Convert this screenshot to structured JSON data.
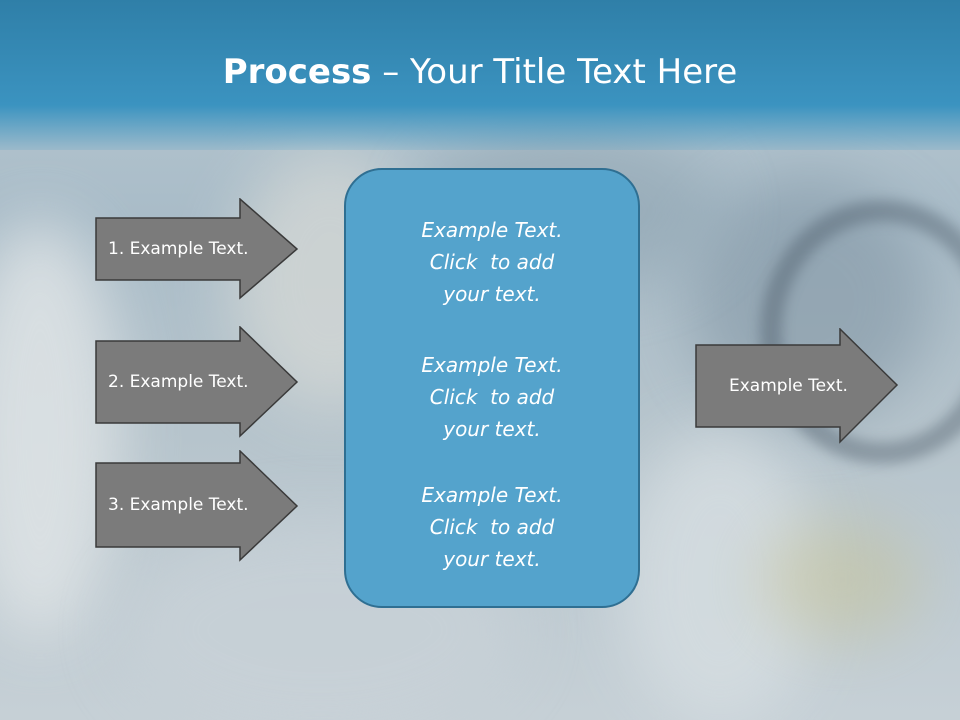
{
  "slide": {
    "title_bold": "Process",
    "title_rest": " – Your Title Text Here"
  },
  "left_arrows": [
    {
      "label": "1. Example Text."
    },
    {
      "label": "2. Example Text."
    },
    {
      "label": "3. Example Text."
    }
  ],
  "center_box": {
    "blocks": [
      {
        "lines": [
          "Example Text.",
          "Click  to add",
          "your text."
        ]
      },
      {
        "lines": [
          "Example Text.",
          "Click  to add",
          "your text."
        ]
      },
      {
        "lines": [
          "Example Text.",
          "Click  to add",
          "your text."
        ]
      }
    ]
  },
  "right_arrow": {
    "label": "Example Text."
  },
  "colors": {
    "title_bar": "#3b93c0",
    "arrow_fill": "#7b7b7b",
    "arrow_stroke": "#3a3a3a",
    "center_fill": "#54a3cc",
    "center_border": "#2f6f92",
    "text": "#ffffff"
  }
}
